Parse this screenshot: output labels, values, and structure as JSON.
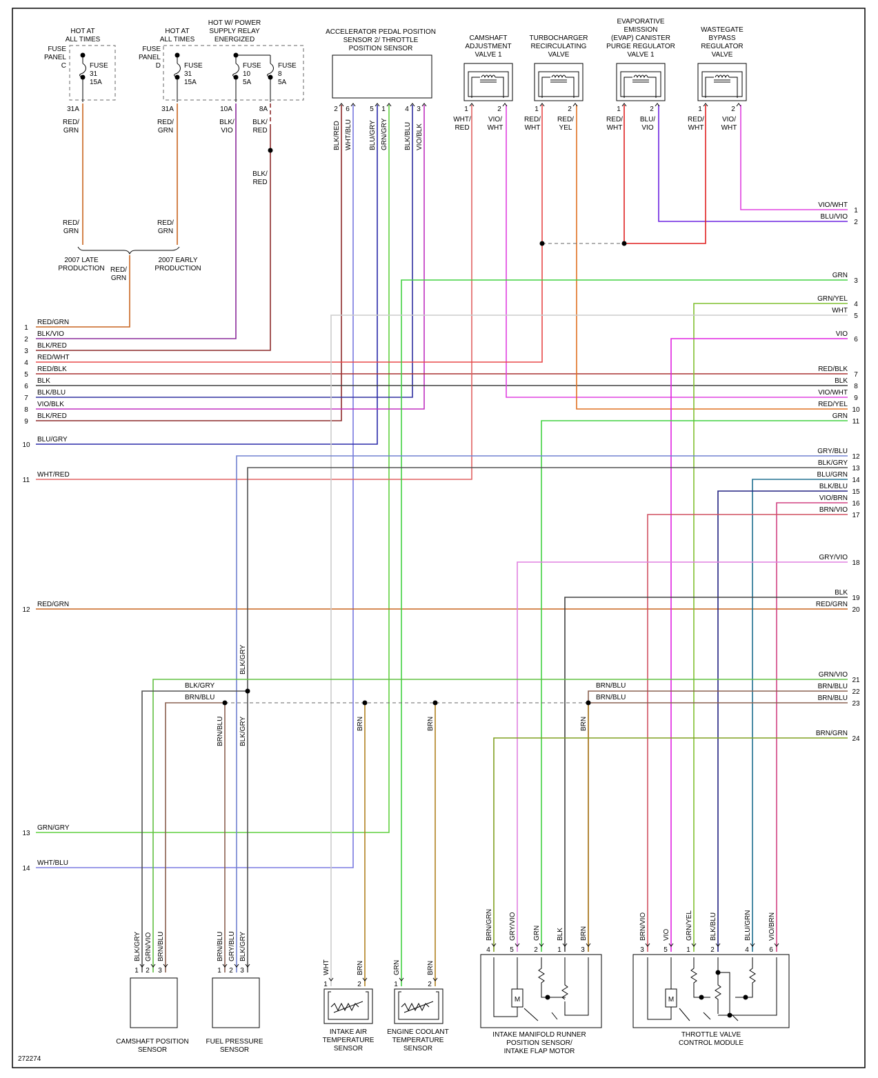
{
  "doc_id": "272274",
  "colors": {
    "RED/GRN": "#c8641e",
    "BLK/VIO": "#8a2a9a",
    "BLK/RED": "#8c2828",
    "RED/WHT": "#e84848",
    "RED/BLK": "#a83232",
    "BLK": "#404040",
    "BLK/BLU": "#3030a0",
    "VIO/BLK": "#c030c0",
    "BLU/GRY": "#2828a8",
    "WHT/RED": "#e06060",
    "GRN/GRY": "#60d040",
    "WHT/BLU": "#7878e0",
    "VIO/WHT": "#e040e0",
    "BLU/VIO": "#6a20e0",
    "GRN": "#40d040",
    "GRN/YEL": "#80c030",
    "WHT": "#cccccc",
    "VIO": "#e020e0",
    "RED/YEL": "#e07020",
    "GRY/BLU": "#7080d0",
    "BLK/GRY": "#505050",
    "BLU/GRN": "#207090",
    "BLK/BLU2": "#202080",
    "BRN/VIO": "#d05060",
    "GRY/VIO": "#e080e0",
    "GRN/VIO": "#60c040",
    "BRN/BLU": "#8a6050",
    "BRN": "#b08020",
    "BRN/GRN": "#80a020",
    "VIO/BRN": "#d04080",
    "GRN/GRY2": "#70d050",
    "RED/WHT2": "#e02020"
  },
  "sources": {
    "hot1": {
      "title": [
        "HOT AT",
        "ALL TIMES"
      ],
      "panel": [
        "FUSE",
        "PANEL",
        "C"
      ],
      "fuse": [
        "FUSE",
        "31",
        "15A"
      ],
      "pin": "31A"
    },
    "hot2": {
      "title": [
        "HOT AT",
        "ALL TIMES"
      ],
      "panel": [
        "FUSE",
        "PANEL",
        "D"
      ],
      "fuse": [
        "FUSE",
        "31",
        "15A"
      ],
      "pin": "31A"
    },
    "hot3": {
      "title": [
        "HOT W/ POWER",
        "SUPPLY RELAY",
        "ENERGIZED"
      ],
      "fuseA": [
        "FUSE",
        "10",
        "5A"
      ],
      "pinA": "10A",
      "fuseB": [
        "FUSE",
        "8",
        "5A"
      ],
      "pinB": "8A"
    }
  },
  "production": {
    "late": [
      "2007 LATE",
      "PRODUCTION"
    ],
    "early": [
      "2007 EARLY",
      "PRODUCTION"
    ]
  },
  "components": {
    "app_sensor": [
      "ACCELERATOR PEDAL POSITION",
      "SENSOR 2/ THROTTLE",
      "POSITION SENSOR"
    ],
    "cam_valve": [
      "CAMSHAFT",
      "ADJUSTMENT",
      "VALVE 1"
    ],
    "turbo_valve": [
      "TURBOCHARGER",
      "RECIRCULATING",
      "VALVE"
    ],
    "evap_valve": [
      "EVAPORATIVE",
      "EMISSION",
      "(EVAP) CANISTER",
      "PURGE REGULATOR",
      "VALVE 1"
    ],
    "wastegate_valve": [
      "WASTEGATE",
      "BYPASS",
      "REGULATOR",
      "VALVE"
    ],
    "cam_sensor": [
      "CAMSHAFT POSITION",
      "SENSOR"
    ],
    "fuel_sensor": [
      "FUEL PRESSURE",
      "SENSOR"
    ],
    "iat_sensor": [
      "INTAKE AIR",
      "TEMPERATURE",
      "SENSOR"
    ],
    "ect_sensor": [
      "ENGINE COOLANT",
      "TEMPERATURE",
      "SENSOR"
    ],
    "imr_sensor": [
      "INTAKE MANIFOLD RUNNER",
      "POSITION SENSOR/",
      "INTAKE FLAP MOTOR"
    ],
    "throttle_module": [
      "THROTTLE VALVE",
      "CONTROL MODULE"
    ],
    "motor_symbol": "M"
  },
  "left_connector": [
    {
      "pin": "1",
      "wire": "RED/GRN"
    },
    {
      "pin": "2",
      "wire": "BLK/VIO"
    },
    {
      "pin": "3",
      "wire": "BLK/RED"
    },
    {
      "pin": "4",
      "wire": "RED/WHT"
    },
    {
      "pin": "5",
      "wire": "RED/BLK"
    },
    {
      "pin": "6",
      "wire": "BLK"
    },
    {
      "pin": "7",
      "wire": "BLK/BLU"
    },
    {
      "pin": "8",
      "wire": "VIO/BLK"
    },
    {
      "pin": "9",
      "wire": "BLK/RED"
    },
    {
      "pin": "10",
      "wire": "BLU/GRY"
    },
    {
      "pin": "11",
      "wire": "WHT/RED"
    },
    {
      "pin": "12",
      "wire": "RED/GRN"
    },
    {
      "pin": "13",
      "wire": "GRN/GRY"
    },
    {
      "pin": "14",
      "wire": "WHT/BLU"
    }
  ],
  "right_connector": [
    {
      "pin": "1",
      "wire": "VIO/WHT"
    },
    {
      "pin": "2",
      "wire": "BLU/VIO"
    },
    {
      "pin": "3",
      "wire": "GRN"
    },
    {
      "pin": "4",
      "wire": "GRN/YEL"
    },
    {
      "pin": "5",
      "wire": "WHT"
    },
    {
      "pin": "6",
      "wire": "VIO"
    },
    {
      "pin": "7",
      "wire": "RED/BLK"
    },
    {
      "pin": "8",
      "wire": "BLK"
    },
    {
      "pin": "9",
      "wire": "VIO/WHT"
    },
    {
      "pin": "10",
      "wire": "RED/YEL"
    },
    {
      "pin": "11",
      "wire": "GRN"
    },
    {
      "pin": "12",
      "wire": "GRY/BLU"
    },
    {
      "pin": "13",
      "wire": "BLK/GRY"
    },
    {
      "pin": "14",
      "wire": "BLU/GRN"
    },
    {
      "pin": "15",
      "wire": "BLK/BLU"
    },
    {
      "pin": "16",
      "wire": "VIO/BRN"
    },
    {
      "pin": "17",
      "wire": "BRN/VIO"
    },
    {
      "pin": "18",
      "wire": "GRY/VIO"
    },
    {
      "pin": "19",
      "wire": "BLK"
    },
    {
      "pin": "20",
      "wire": "RED/GRN"
    },
    {
      "pin": "21",
      "wire": "GRN/VIO"
    },
    {
      "pin": "22",
      "wire": "BRN/BLU"
    },
    {
      "pin": "23",
      "wire": "BRN/BLU"
    },
    {
      "pin": "24",
      "wire": "BRN/GRN"
    }
  ],
  "app_pins": [
    {
      "pin": "2",
      "wire": "BLK/RED"
    },
    {
      "pin": "6",
      "wire": "WHT/BLU"
    },
    {
      "pin": "5",
      "wire": "BLU/GRY"
    },
    {
      "pin": "1",
      "wire": "GRN/GRY"
    },
    {
      "pin": "4",
      "wire": "BLK/BLU"
    },
    {
      "pin": "3",
      "wire": "VIO/BLK"
    }
  ],
  "valve_pins": {
    "cam": [
      {
        "pin": "1",
        "wire": [
          "WHT/",
          "RED"
        ]
      },
      {
        "pin": "2",
        "wire": [
          "VIO/",
          "WHT"
        ]
      }
    ],
    "turbo": [
      {
        "pin": "1",
        "wire": [
          "RED/",
          "WHT"
        ]
      },
      {
        "pin": "2",
        "wire": [
          "RED/",
          "YEL"
        ]
      }
    ],
    "evap": [
      {
        "pin": "1",
        "wire": [
          "RED/",
          "WHT"
        ]
      },
      {
        "pin": "2",
        "wire": [
          "BLU/",
          "VIO"
        ]
      }
    ],
    "wastegate": [
      {
        "pin": "1",
        "wire": [
          "RED/",
          "WHT"
        ]
      },
      {
        "pin": "2",
        "wire": [
          "VIO/",
          "WHT"
        ]
      }
    ]
  },
  "bottom_pins": {
    "cam_sensor": [
      {
        "pin": "1",
        "wire": "BLK/GRY"
      },
      {
        "pin": "2",
        "wire": "GRN/VIO"
      },
      {
        "pin": "3",
        "wire": "BRN/BLU"
      }
    ],
    "fuel_sensor": [
      {
        "pin": "1",
        "wire": "BRN/BLU"
      },
      {
        "pin": "2",
        "wire": "GRY/BLU"
      },
      {
        "pin": "3",
        "wire": "BLK/GRY"
      }
    ],
    "iat_sensor": [
      {
        "pin": "1",
        "wire": "WHT"
      },
      {
        "pin": "2",
        "wire": "BRN"
      }
    ],
    "ect_sensor": [
      {
        "pin": "1",
        "wire": "GRN"
      },
      {
        "pin": "2",
        "wire": "BRN"
      }
    ],
    "imr_sensor": [
      {
        "pin": "4",
        "wire": "BRN/GRN"
      },
      {
        "pin": "5",
        "wire": "GRY/VIO"
      },
      {
        "pin": "2",
        "wire": "GRN"
      },
      {
        "pin": "1",
        "wire": "BLK"
      },
      {
        "pin": "3",
        "wire": "BRN"
      }
    ],
    "throttle_module": [
      {
        "pin": "3",
        "wire": "BRN/VIO"
      },
      {
        "pin": "5",
        "wire": "VIO"
      },
      {
        "pin": "1",
        "wire": "GRN/YEL"
      },
      {
        "pin": "2",
        "wire": "BLK/BLU"
      },
      {
        "pin": "4",
        "wire": "BLU/GRN"
      },
      {
        "pin": "6",
        "wire": "VIO/BRN"
      }
    ]
  },
  "splice_labels": {
    "blk_gry": "BLK/GRY",
    "brn_blu": "BRN/BLU",
    "brn_blu_right1": "BRN/BLU",
    "brn_blu_right2": "BRN/BLU",
    "brn": "BRN"
  }
}
